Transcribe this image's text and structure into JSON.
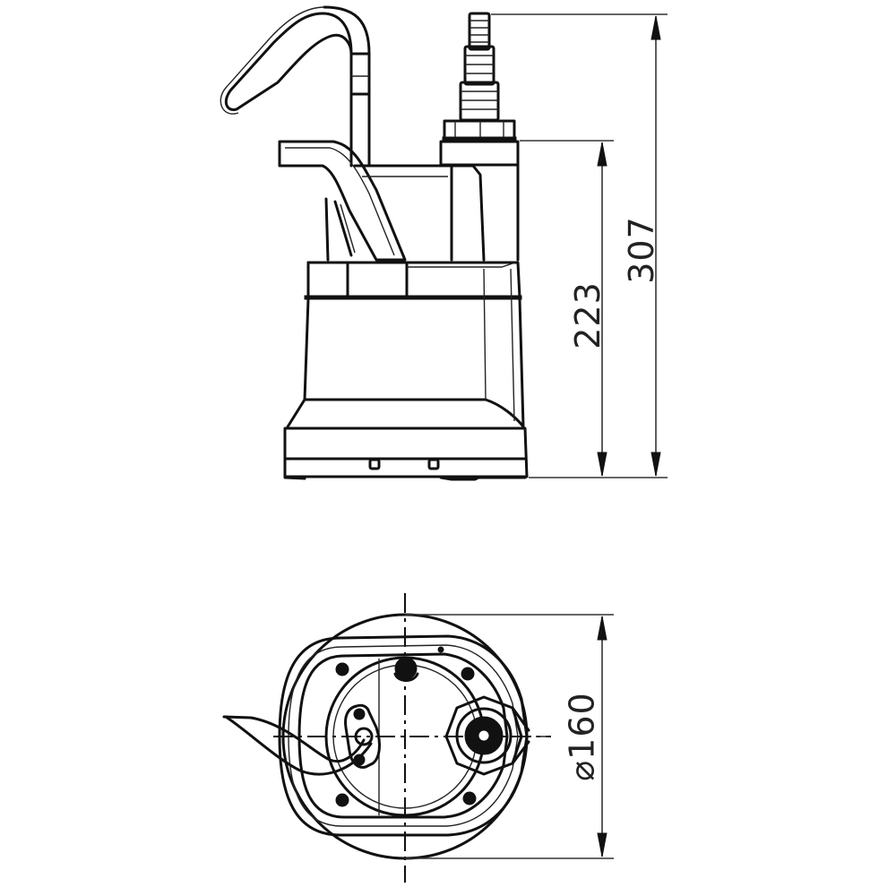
{
  "drawing": {
    "subject": "submersible pump dimension drawing",
    "views": [
      "side-view",
      "bottom-view"
    ],
    "line_color": "#111111",
    "background": "#ffffff"
  },
  "dimensions": {
    "total_height": {
      "value": "307",
      "unit": "mm"
    },
    "body_height": {
      "value": "223",
      "unit": "mm"
    },
    "diameter": {
      "value": "160",
      "symbol": "⌀",
      "label": "⌀160",
      "unit": "mm"
    }
  }
}
